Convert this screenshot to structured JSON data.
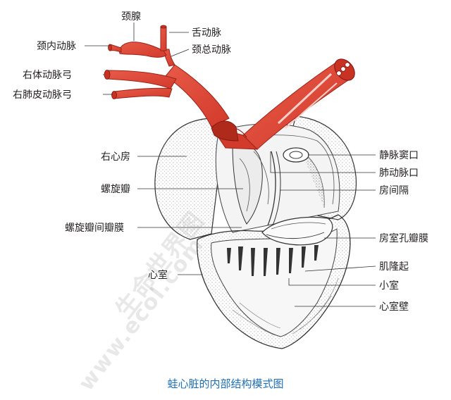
{
  "labels": {
    "jingxian": "颈腺",
    "shedongmai": "舌动脉",
    "jingneidongmai": "颈内动脉",
    "jingzongdongmai": "颈总动脉",
    "youtidongmaigong": "右体动脉弓",
    "youfeipidongmaigong": "右肺皮动脉弓",
    "youxinfang": "右心房",
    "luoxuanban": "螺旋瓣",
    "luoxuanbanjianbanmo": "螺旋瓣间瓣膜",
    "xinshi": "心室",
    "jingmaidoukou": "静脉窦口",
    "feidongmaikou": "肺动脉口",
    "fangjiange": "房间隔",
    "fangshikongbanmo": "房室孔瓣膜",
    "jilongqi": "肌隆起",
    "xiaoshi": "小室",
    "xinshibi": "心室壁"
  },
  "caption": "蛙心脏的内部结构模式图",
  "watermark": {
    "line1": "生命世界图",
    "line2": "www.ecol.com"
  },
  "colors": {
    "artery": "#e04a3a",
    "artery_dark": "#b8281c",
    "caption": "#1f6fb5"
  }
}
